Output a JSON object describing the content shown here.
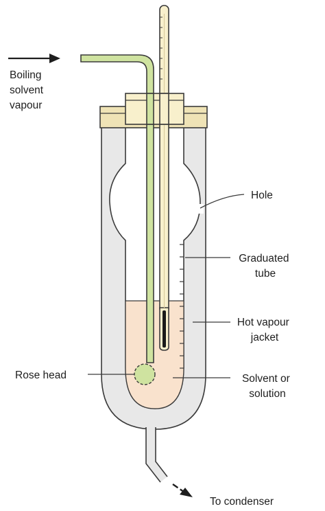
{
  "labels": {
    "vapour_in": [
      "Boiling",
      "solvent",
      "vapour"
    ],
    "hole": [
      "Hole"
    ],
    "graduated": [
      "Graduated",
      "tube"
    ],
    "jacket": [
      "Hot vapour",
      "jacket"
    ],
    "rose_head": [
      "Rose head"
    ],
    "solvent": [
      "Solvent or",
      "solution"
    ],
    "condenser": [
      "To condenser"
    ]
  },
  "colors": {
    "glass": "#e8e8e8",
    "stopper": "#f8f0cc",
    "cork": "#efe3b6",
    "green_tube": "#cfe3a0",
    "liquid": "#f9e2cd",
    "mercury": "#1a1a1a",
    "line": "#3a3a3a"
  }
}
